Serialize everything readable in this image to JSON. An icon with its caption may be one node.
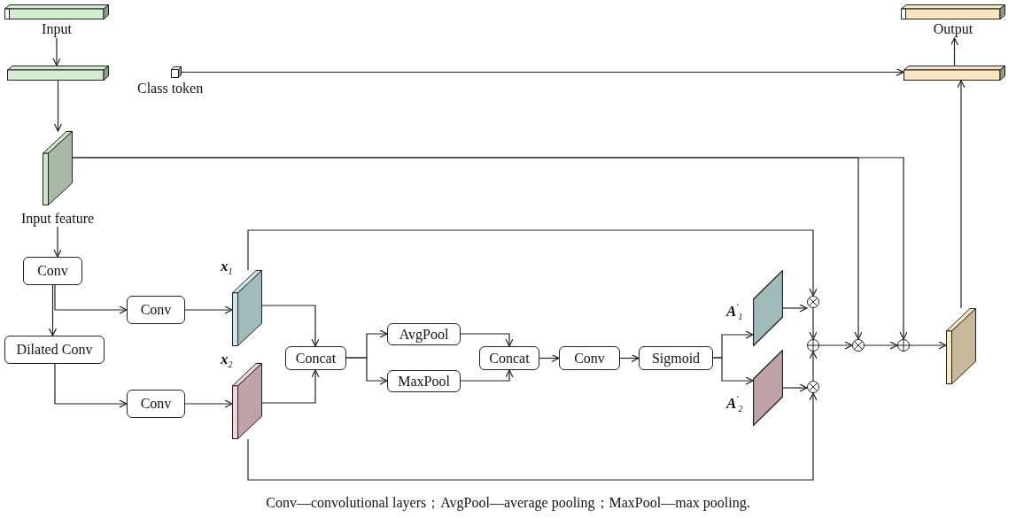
{
  "diagram": {
    "caption": "Conv—convolutional layers；AvgPool—average pooling；MaxPool—max pooling.",
    "nodes": [
      {
        "text": [
          "Input"
        ]
      },
      {
        "text": [],
        "shape": "bar"
      },
      {
        "text": [
          "Class token"
        ]
      },
      {
        "text": [
          "Input feature"
        ]
      },
      {
        "text": [
          "Conv"
        ]
      },
      {
        "text": [
          "Conv"
        ]
      },
      {
        "text": [
          "Dilated Conv"
        ]
      },
      {
        "text": [
          "Conv"
        ]
      },
      {
        "text": [
          "x$_{1}$"
        ]
      },
      {
        "text": [
          "x$_{2}$"
        ]
      },
      {
        "text": [
          "Concat"
        ]
      },
      {
        "text": [
          "AvgPool"
        ]
      },
      {
        "text": [
          "MaxPool"
        ]
      },
      {
        "text": [
          "Concat"
        ]
      },
      {
        "text": [
          "Conv"
        ]
      },
      {
        "text": [
          "Sigmoid"
        ]
      },
      {
        "text": [
          "A$^{′}$$_{1}$"
        ]
      },
      {
        "text": [
          "A$^{′}$$_{2}$"
        ]
      },
      {
        "text": [],
        "shape": "circle"
      },
      {
        "text": [],
        "shape": "circle"
      },
      {
        "text": [],
        "shape": "circle"
      },
      {
        "text": [],
        "shape": "circle"
      },
      {
        "text": [],
        "shape": "circle"
      },
      {
        "text": [],
        "shape": "box"
      },
      {
        "text": [],
        "shape": "bar"
      },
      {
        "text": [
          "Output"
        ]
      }
    ],
    "edges": [
      {
        "from": 0,
        "to": 1,
        "arrow": "to"
      },
      {
        "from": 1,
        "to": 3,
        "arrow": "to"
      },
      {
        "from": 2,
        "to": 24,
        "arrow": "to"
      },
      {
        "from": 3,
        "to": 21,
        "arrow": "to"
      },
      {
        "from": 3,
        "to": 22,
        "arrow": "to"
      },
      {
        "from": 3,
        "to": 4,
        "arrow": "to"
      },
      {
        "from": 4,
        "to": 5,
        "arrow": "to"
      },
      {
        "from": 4,
        "to": 6,
        "arrow": "to"
      },
      {
        "from": 5,
        "to": 8,
        "arrow": "to"
      },
      {
        "from": 6,
        "to": 7,
        "arrow": "to"
      },
      {
        "from": 7,
        "to": 9,
        "arrow": "to"
      },
      {
        "from": 8,
        "to": 10,
        "arrow": "to"
      },
      {
        "from": 9,
        "to": 10,
        "arrow": "to"
      },
      {
        "from": 8,
        "to": 18,
        "arrow": "to"
      },
      {
        "from": 9,
        "to": 20,
        "arrow": "to"
      },
      {
        "from": 10,
        "to": 11,
        "arrow": "to"
      },
      {
        "from": 10,
        "to": 12,
        "arrow": "to"
      },
      {
        "from": 11,
        "to": 13,
        "arrow": "to"
      },
      {
        "from": 12,
        "to": 13,
        "arrow": "to"
      },
      {
        "from": 13,
        "to": 14,
        "arrow": "to"
      },
      {
        "from": 14,
        "to": 15,
        "arrow": "to"
      },
      {
        "from": 15,
        "to": 16,
        "arrow": "to"
      },
      {
        "from": 15,
        "to": 17,
        "arrow": "to"
      },
      {
        "from": 16,
        "to": 18,
        "arrow": "to"
      },
      {
        "from": 17,
        "to": 20,
        "arrow": "to"
      },
      {
        "from": 18,
        "to": 19,
        "arrow": "to"
      },
      {
        "from": 20,
        "to": 19,
        "arrow": "to"
      },
      {
        "from": 19,
        "to": 21,
        "arrow": "to"
      },
      {
        "from": 21,
        "to": 22,
        "arrow": "to"
      },
      {
        "from": 22,
        "to": 23,
        "arrow": "to"
      },
      {
        "from": 23,
        "to": 24,
        "arrow": "to"
      },
      {
        "from": 24,
        "to": 25,
        "arrow": "to"
      }
    ]
  }
}
